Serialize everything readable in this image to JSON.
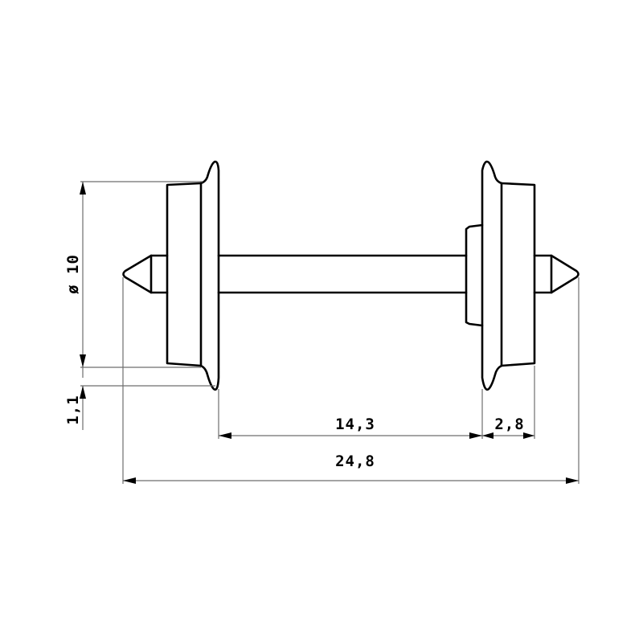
{
  "drawing": {
    "subject": "wheelset",
    "colors": {
      "outline": "#000000",
      "dimension_line": "#6e6e6e",
      "background": "#ffffff"
    },
    "dimensions": {
      "wheel_diameter": {
        "label": "ø 10",
        "symbol": "ø",
        "value": "10",
        "orientation": "vertical"
      },
      "flange_height": {
        "label": "1,1",
        "value": "1,1",
        "orientation": "vertical"
      },
      "back_to_back": {
        "label": "14,3",
        "value": "14,3",
        "orientation": "horizontal"
      },
      "wheel_width": {
        "label": "2,8",
        "value": "2,8",
        "orientation": "horizontal"
      },
      "overall_length": {
        "label": "24,8",
        "value": "24,8",
        "orientation": "horizontal"
      }
    }
  }
}
